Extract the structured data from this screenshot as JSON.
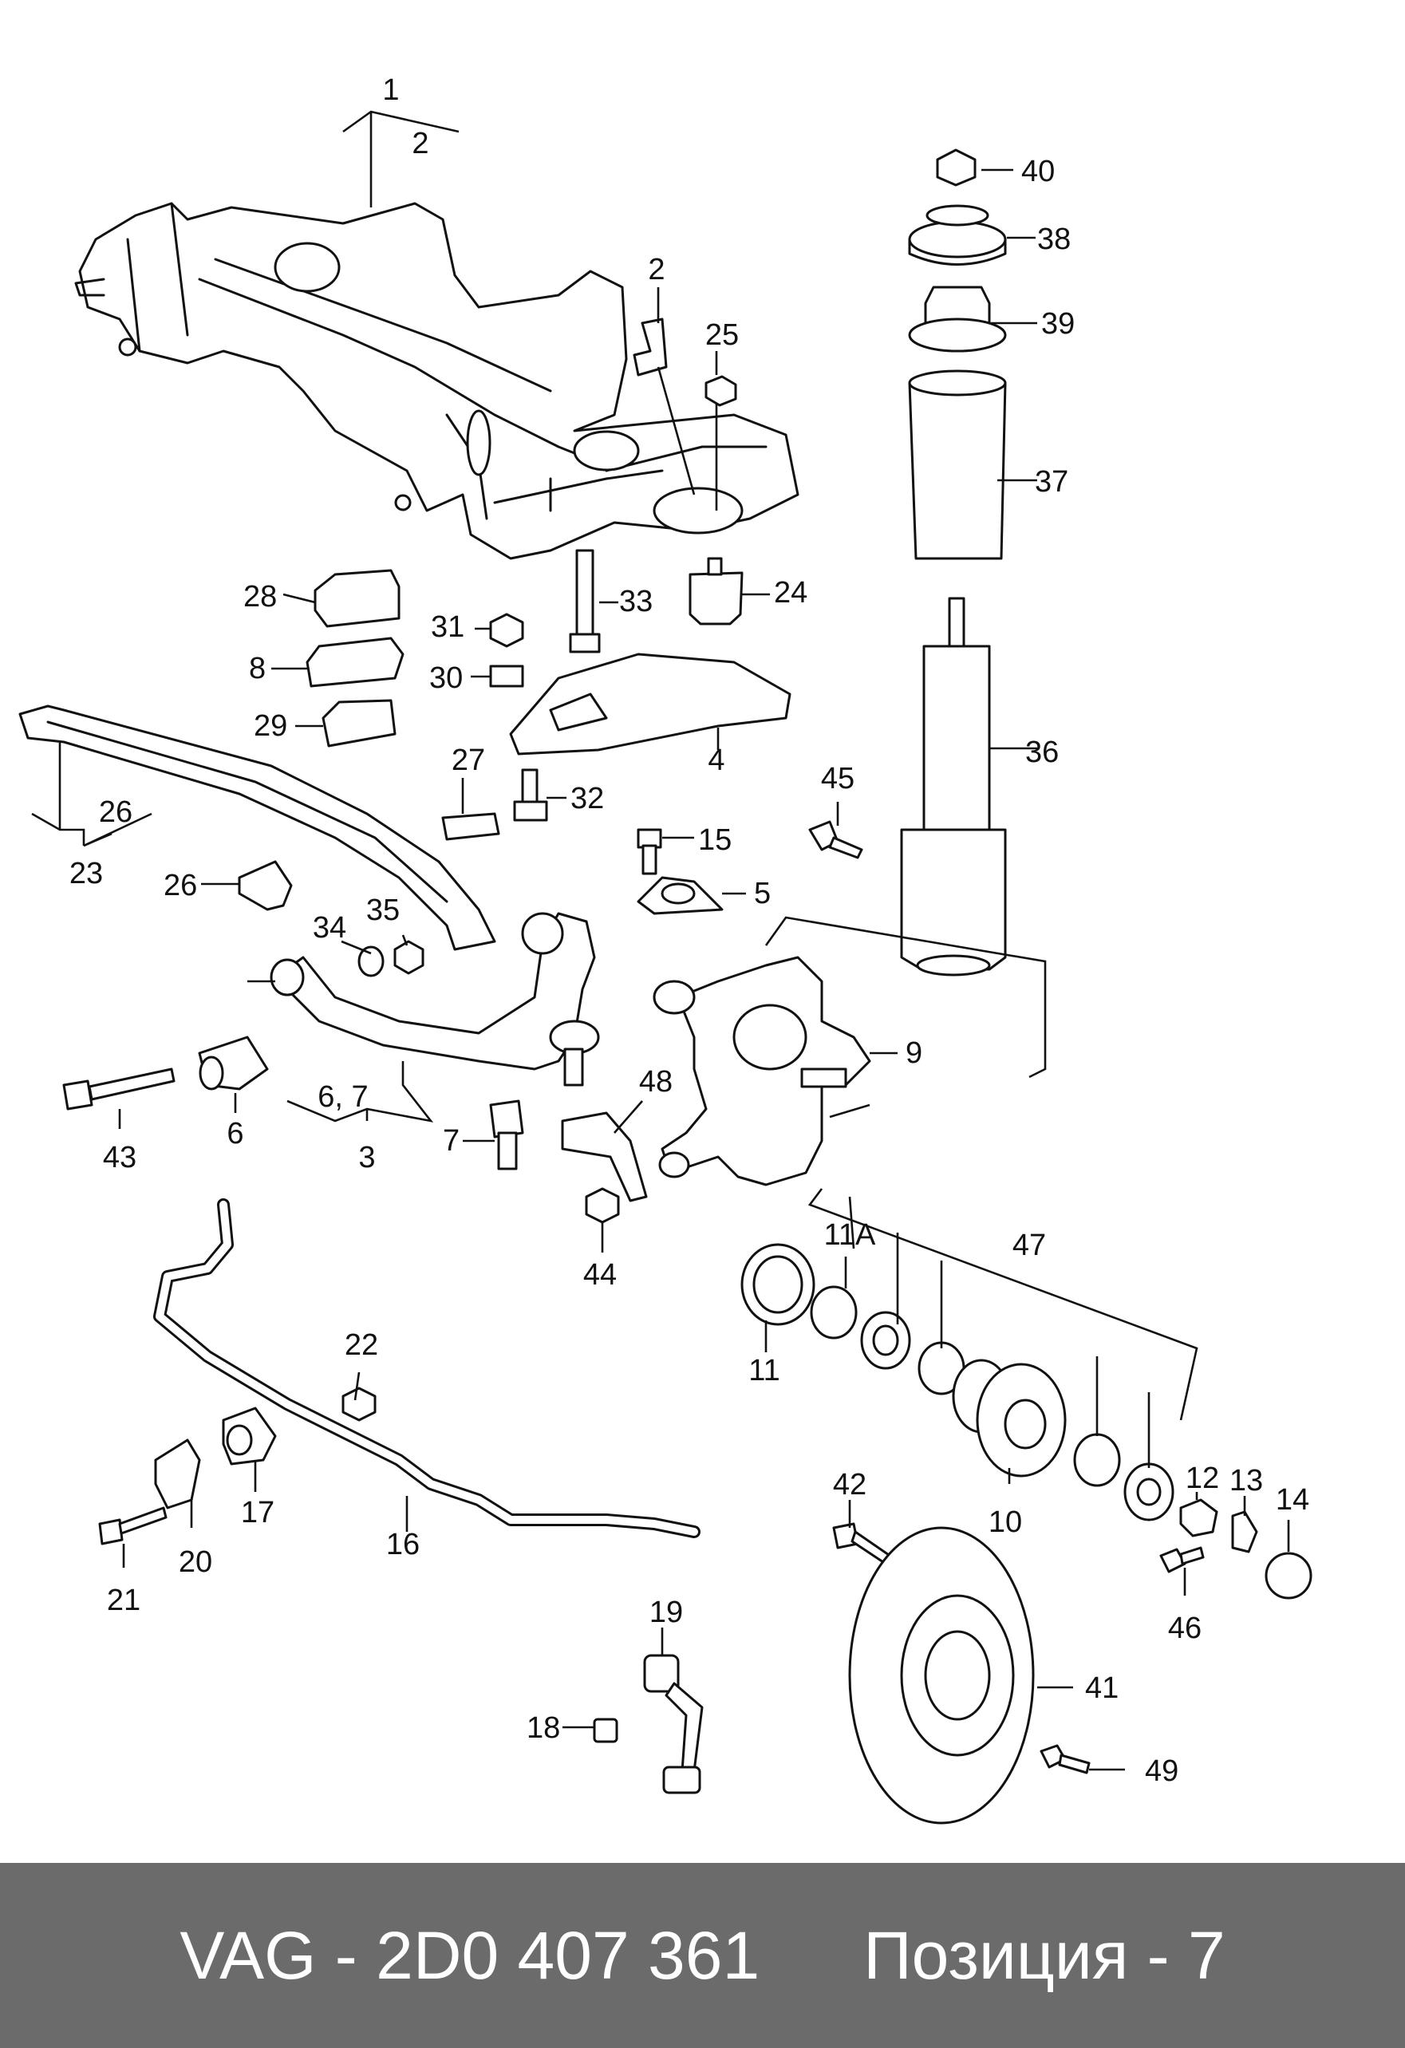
{
  "diagram": {
    "callouts": {
      "p1": "1",
      "p2_top": "2",
      "p2_bracket": "2",
      "p25": "25",
      "p40": "40",
      "p38": "38",
      "p39": "39",
      "p37": "37",
      "p24": "24",
      "p33": "33",
      "p28": "28",
      "p31": "31",
      "p8": "8",
      "p30": "30",
      "p29": "29",
      "p4": "4",
      "p36": "36",
      "p27": "27",
      "p32": "32",
      "p26_upper": "26",
      "p23": "23",
      "p15": "15",
      "p45": "45",
      "p5": "5",
      "p26_lower": "26",
      "p34": "34",
      "p35": "35",
      "p9": "9",
      "p48": "48",
      "p43": "43",
      "p6": "6",
      "p67": "6,   7",
      "p3": "3",
      "p7": "7",
      "p44": "44",
      "p47": "47",
      "p11a": "11A",
      "p11": "11",
      "p22": "22",
      "p17": "17",
      "p20": "20",
      "p21": "21",
      "p16": "16",
      "p12": "12",
      "p13": "13",
      "p14": "14",
      "p10": "10",
      "p42": "42",
      "p46": "46",
      "p19": "19",
      "p18": "18",
      "p41": "41",
      "p49": "49"
    }
  },
  "footer": {
    "part_number": "VAG - 2D0 407 361",
    "position": "Позиция - 7",
    "background": "#6b6b6b"
  }
}
